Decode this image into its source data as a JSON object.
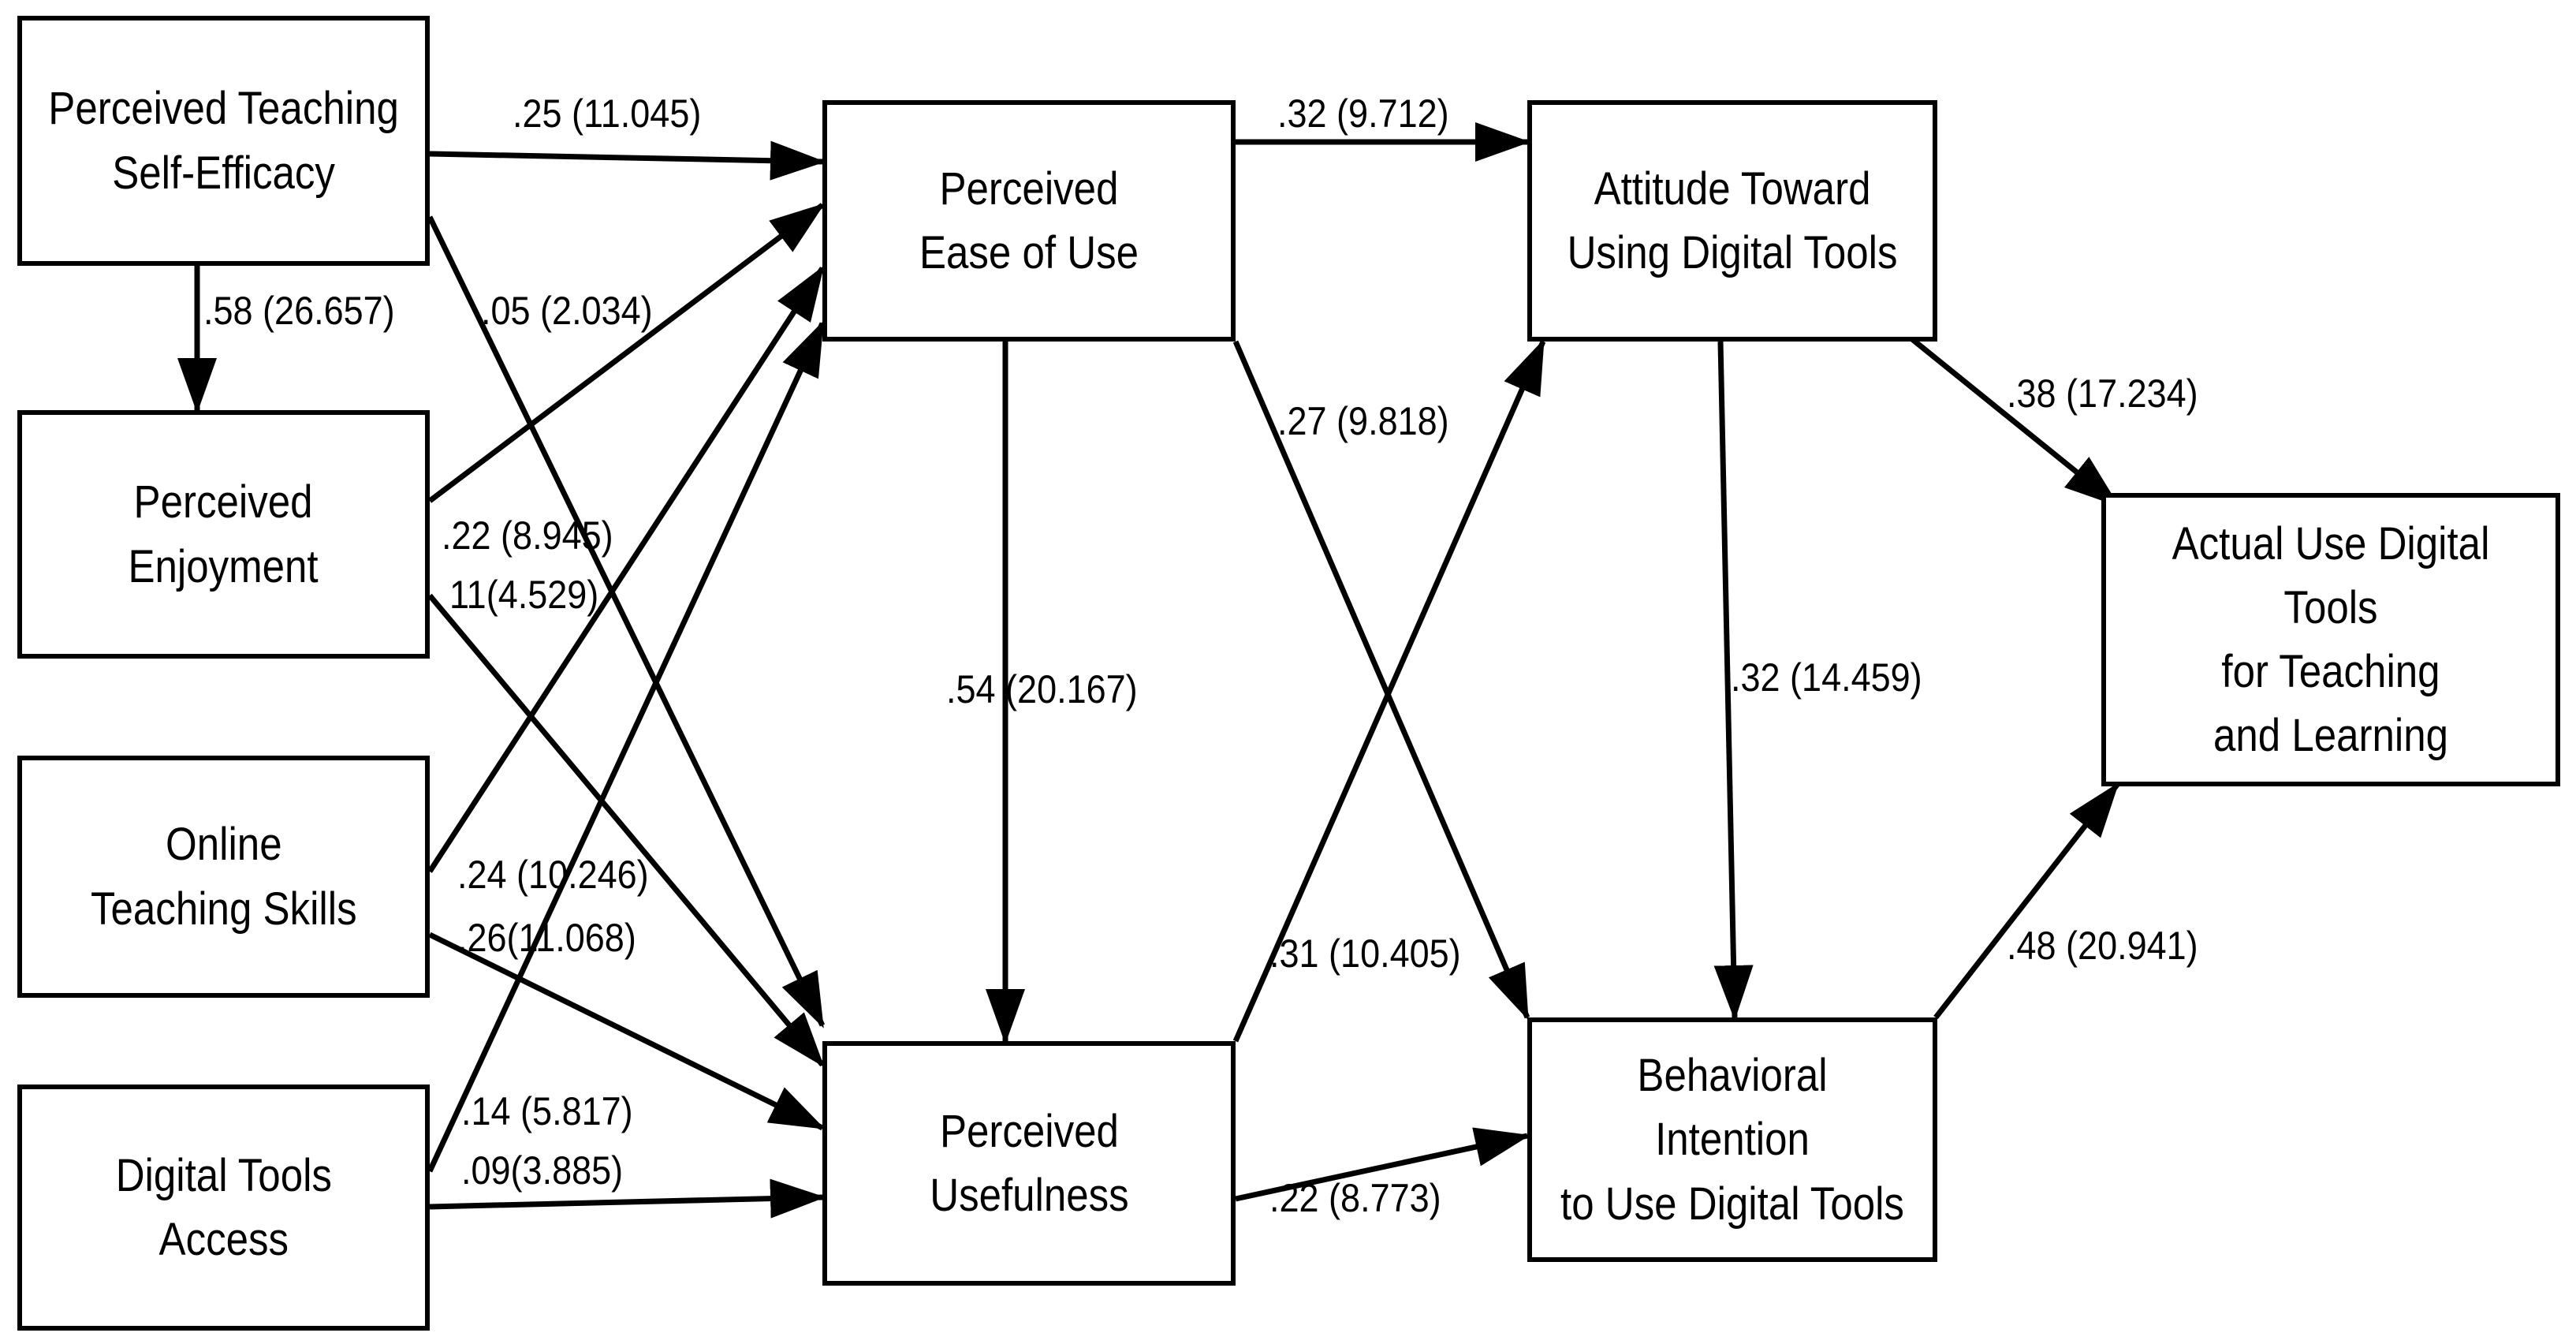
{
  "nodes": {
    "ptse": "Perceived Teaching\nSelf-Efficacy",
    "pe": "Perceived\nEnjoyment",
    "ots": "Online\nTeaching Skills",
    "dta": "Digital Tools\nAccess",
    "peou": "Perceived\nEase of Use",
    "pu": "Perceived\nUsefulness",
    "att": "Attitude Toward\nUsing Digital Tools",
    "bi": "Behavioral Intention\nto Use Digital Tools",
    "au": "Actual Use Digital Tools\nfor Teaching\nand Learning"
  },
  "edges": [
    {
      "id": "ptse-peou",
      "label": ".25 (11.045)"
    },
    {
      "id": "ptse-pe",
      "label": ".58 (26.657)"
    },
    {
      "id": "ptse-pu",
      "label": ".05 (2.034)"
    },
    {
      "id": "pe-peou",
      "label": ".22 (8.945)"
    },
    {
      "id": "pe-pu",
      "label": "11(4.529)"
    },
    {
      "id": "ots-peou",
      "label": ".24 (10.246)"
    },
    {
      "id": "ots-pu",
      "label": ".26(11.068)"
    },
    {
      "id": "dta-peou",
      "label": ".14 (5.817)"
    },
    {
      "id": "dta-pu",
      "label": ".09(3.885)"
    },
    {
      "id": "peou-att",
      "label": ".32 (9.712)"
    },
    {
      "id": "peou-pu",
      "label": ".54 (20.167)"
    },
    {
      "id": "peou-bi",
      "label": ".27 (9.818)"
    },
    {
      "id": "pu-att",
      "label": ".31 (10.405)"
    },
    {
      "id": "pu-bi",
      "label": ".22 (8.773)"
    },
    {
      "id": "att-bi",
      "label": ".32 (14.459)"
    },
    {
      "id": "att-au",
      "label": ".38 (17.234)"
    },
    {
      "id": "bi-au",
      "label": ".48 (20.941)"
    }
  ]
}
